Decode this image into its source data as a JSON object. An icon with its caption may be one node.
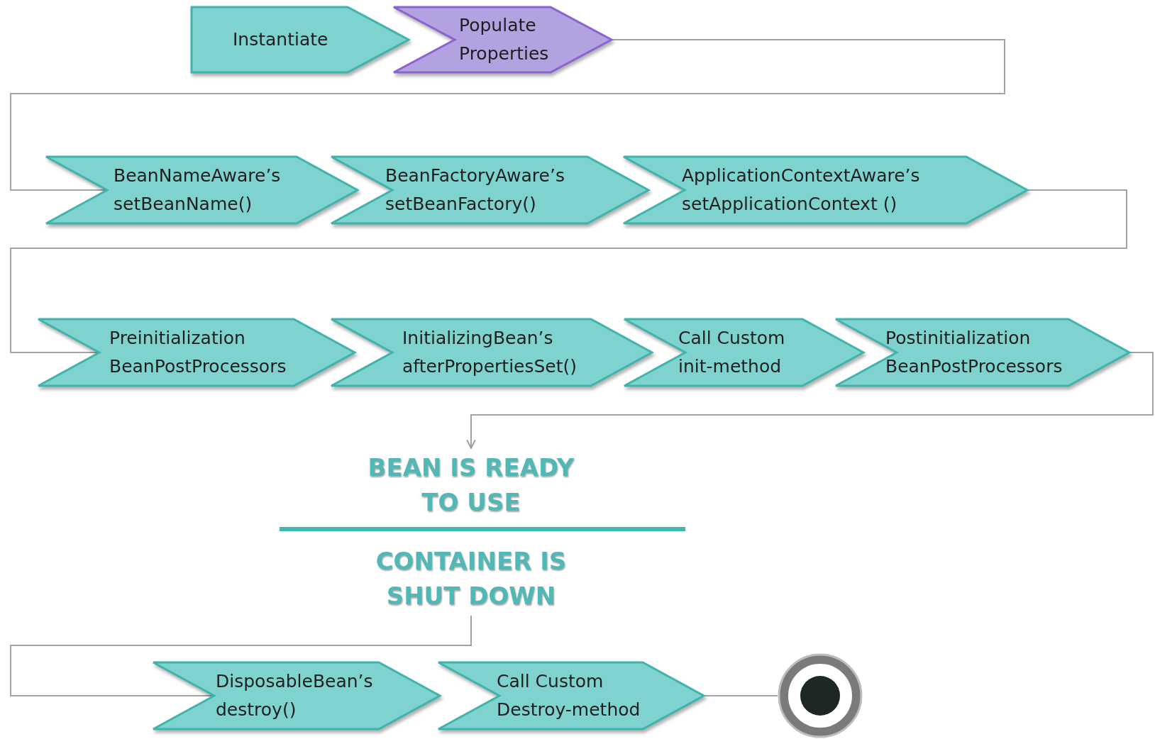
{
  "diagram": {
    "nodes": [
      {
        "text": [
          "Instantiate"
        ]
      },
      {
        "text": [
          "Populate Properties"
        ]
      },
      {
        "text": [
          "BeanNameAware’s setBeanName()"
        ]
      },
      {
        "text": [
          "BeanFactoryAware’s setBeanFactory()"
        ]
      },
      {
        "text": [
          "ApplicationContextAware’s setApplicationContext ()"
        ]
      },
      {
        "text": [
          "Preinitialization BeanPostProcessors"
        ]
      },
      {
        "text": [
          "InitializingBean’s afterPropertiesSet()"
        ]
      },
      {
        "text": [
          "Call Custom init-method"
        ]
      },
      {
        "text": [
          "Postinitialization BeanPostProcessors"
        ]
      },
      {
        "text": [
          "BEAN IS READY TO USE"
        ]
      },
      {
        "text": [
          "CONTAINER IS SHUT DOWN"
        ]
      },
      {
        "text": [
          "DisposableBean’s destroy()"
        ]
      },
      {
        "text": [
          "Call Custom Destroy-method"
        ]
      },
      {
        "text": [],
        "shape": "circle"
      }
    ],
    "edges": [
      {
        "from": 1,
        "to": 2,
        "arrow": "none"
      },
      {
        "from": 4,
        "to": 5,
        "arrow": "none"
      },
      {
        "from": 8,
        "to": 9,
        "arrow": "to"
      },
      {
        "from": 10,
        "to": 11,
        "arrow": "none"
      },
      {
        "from": 12,
        "to": 13,
        "arrow": "none"
      }
    ]
  }
}
